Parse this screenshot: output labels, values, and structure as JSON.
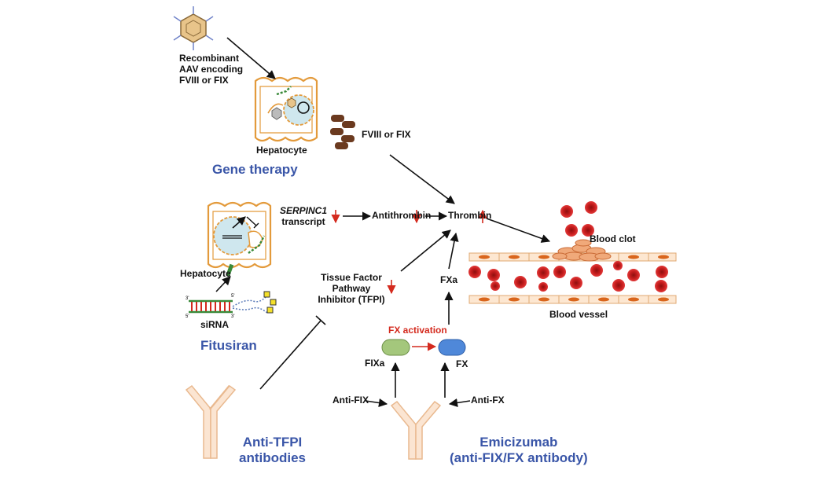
{
  "aav": {
    "lines": [
      "Recombinant",
      "AAV encoding",
      "FVIII or FIX"
    ]
  },
  "hepatocyte_top": "Hepatocyte",
  "fviii_fix": "FVIII or FIX",
  "gene_therapy": "Gene therapy",
  "serpinc1": {
    "gene": "SERPINC1",
    "suffix": "transcript"
  },
  "antithrombin": "Antithrombin",
  "thrombin": "Thrombin",
  "blood_clot": "Blood clot",
  "blood_vessel": "Blood vessel",
  "hepatocyte_mid": "Hepatocyte",
  "sirna": "siRNA",
  "fitusiran": "Fitusiran",
  "tfpi": {
    "lines": [
      "Tissue Factor",
      "Pathway",
      "Inhibitor (TFPI)"
    ]
  },
  "fxa": "FXa",
  "fx_activation": "FX activation",
  "fixa": "FIXa",
  "fx": "FX",
  "anti_fix": "Anti-FIX",
  "anti_fx": "Anti-FX",
  "anti_tfpi": {
    "lines": [
      "Anti-TFPI",
      "antibodies"
    ]
  },
  "emicizumab": {
    "lines": [
      "Emicizumab",
      "(anti-FIX/FX antibody)"
    ]
  },
  "colors": {
    "therapy_blue": "#3a56a8",
    "arrow_red": "#d42a1e",
    "cell_orange": "#e39a3b",
    "rbc_red": "#c81d1d"
  }
}
